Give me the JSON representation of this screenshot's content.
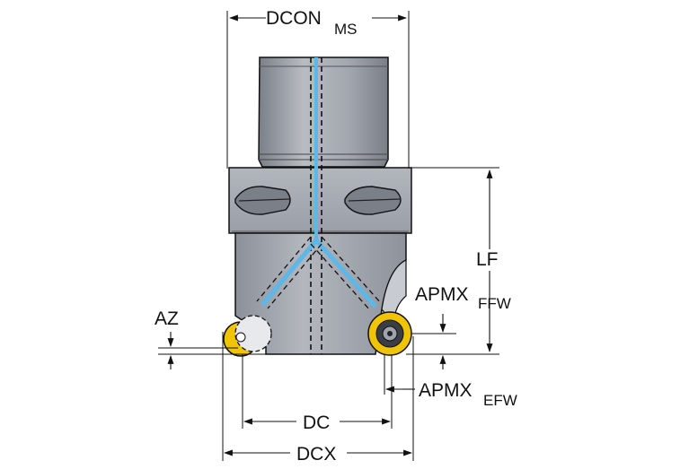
{
  "labels": {
    "dcon": "DCON",
    "dcon_sub": "MS",
    "lf": "LF",
    "apmx_ffw": "APMX",
    "apmx_ffw_sub": "FFW",
    "apmx_efw": "APMX",
    "apmx_efw_sub": "EFW",
    "az": "AZ",
    "dc": "DC",
    "dcx": "DCX"
  },
  "colors": {
    "body": "#a7aab3",
    "body_dark": "#6f737c",
    "shank": "#9fa3ac",
    "coolant": "#5bb8e8",
    "insert": "#f0c400",
    "outline": "#111111"
  }
}
